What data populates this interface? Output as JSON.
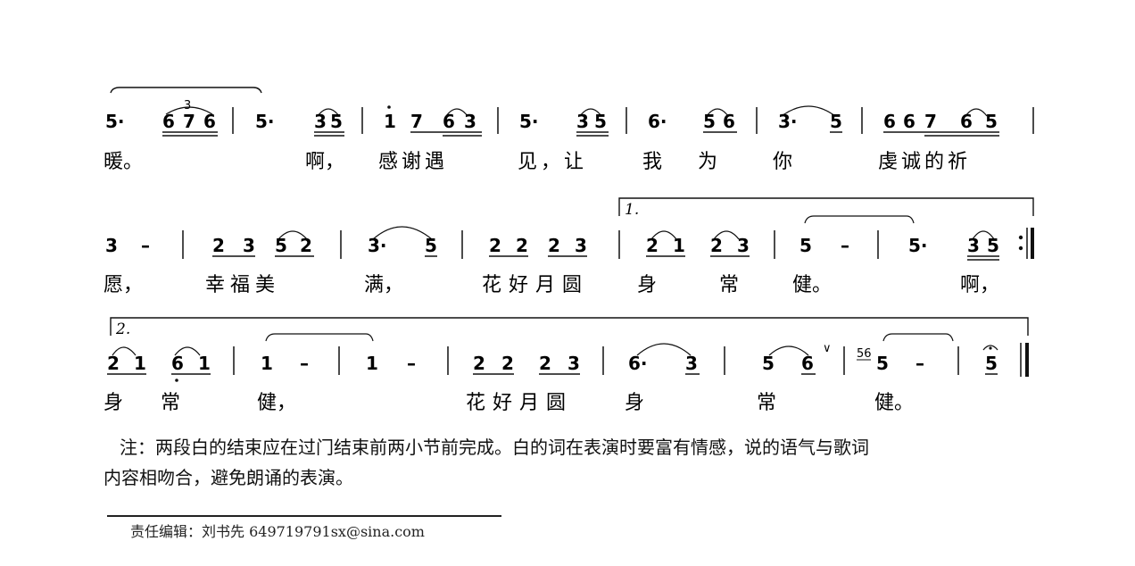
{
  "rows": [
    {
      "notes": [
        "5·",
        "6",
        "7",
        "6",
        "|",
        "5·",
        "3",
        "5",
        "|",
        "1",
        "7",
        "6",
        "3",
        "|",
        "5·",
        "3",
        "5",
        "|",
        "6·",
        "5",
        "6",
        "|",
        "3·",
        "5",
        "|",
        "6",
        "6",
        "7",
        "6",
        "5",
        "|"
      ],
      "lyrics": [
        "暖。",
        "啊，",
        "感谢遇",
        "见，让",
        "我",
        "为",
        "你",
        "虔诚的祈"
      ],
      "triplet_mark": "3"
    },
    {
      "notes": [
        "3",
        "–",
        "|",
        "2",
        "3",
        "5",
        "2",
        "|",
        "3·",
        "5",
        "|",
        "2",
        "2",
        "2",
        "3",
        "|",
        "2",
        "1",
        "2",
        "3",
        "|",
        "5",
        "–",
        "|",
        "5·",
        "3",
        "5",
        ":‖"
      ],
      "lyrics": [
        "愿，",
        "幸福美",
        "满，",
        "花好月圆",
        "身",
        "常",
        "健。",
        "啊，"
      ],
      "volta": "1."
    },
    {
      "notes": [
        "2",
        "1",
        "6",
        "1",
        "|",
        "1",
        "–",
        "|",
        "1",
        "–",
        "|",
        "2",
        "2",
        "2",
        "3",
        "|",
        "6·",
        "3",
        "|",
        "5",
        "6",
        "∨",
        "|",
        "5",
        "–",
        "|",
        "5",
        "‖"
      ],
      "lyrics": [
        "身",
        "常",
        "健，",
        "花好月圆",
        "身",
        "常",
        "健。"
      ],
      "volta": "2.",
      "grace": "56"
    }
  ],
  "footnote": {
    "line1": "注：两段白的结束应在过门结束前两小节前完成。白的词在表演时要富有情感，说的语气与歌词",
    "line2": "内容相吻合，避免朗诵的表演。"
  },
  "editor": "责任编辑：刘书先  649719791sx@sina.com"
}
